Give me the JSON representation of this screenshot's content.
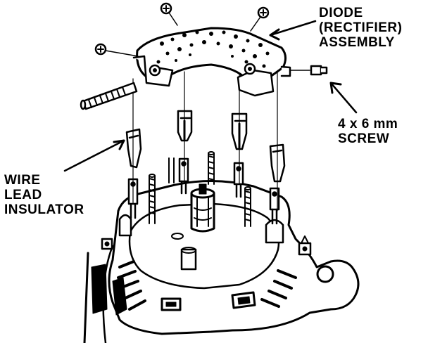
{
  "labels": {
    "diode": [
      "DIODE",
      "(RECTIFIER)",
      "ASSEMBLY"
    ],
    "screw": [
      "4 x 6 mm",
      "SCREW"
    ],
    "wire": [
      "WIRE",
      "LEAD",
      "INSULATOR"
    ]
  },
  "colors": {
    "ink": "#000000",
    "paper": "#ffffff"
  }
}
